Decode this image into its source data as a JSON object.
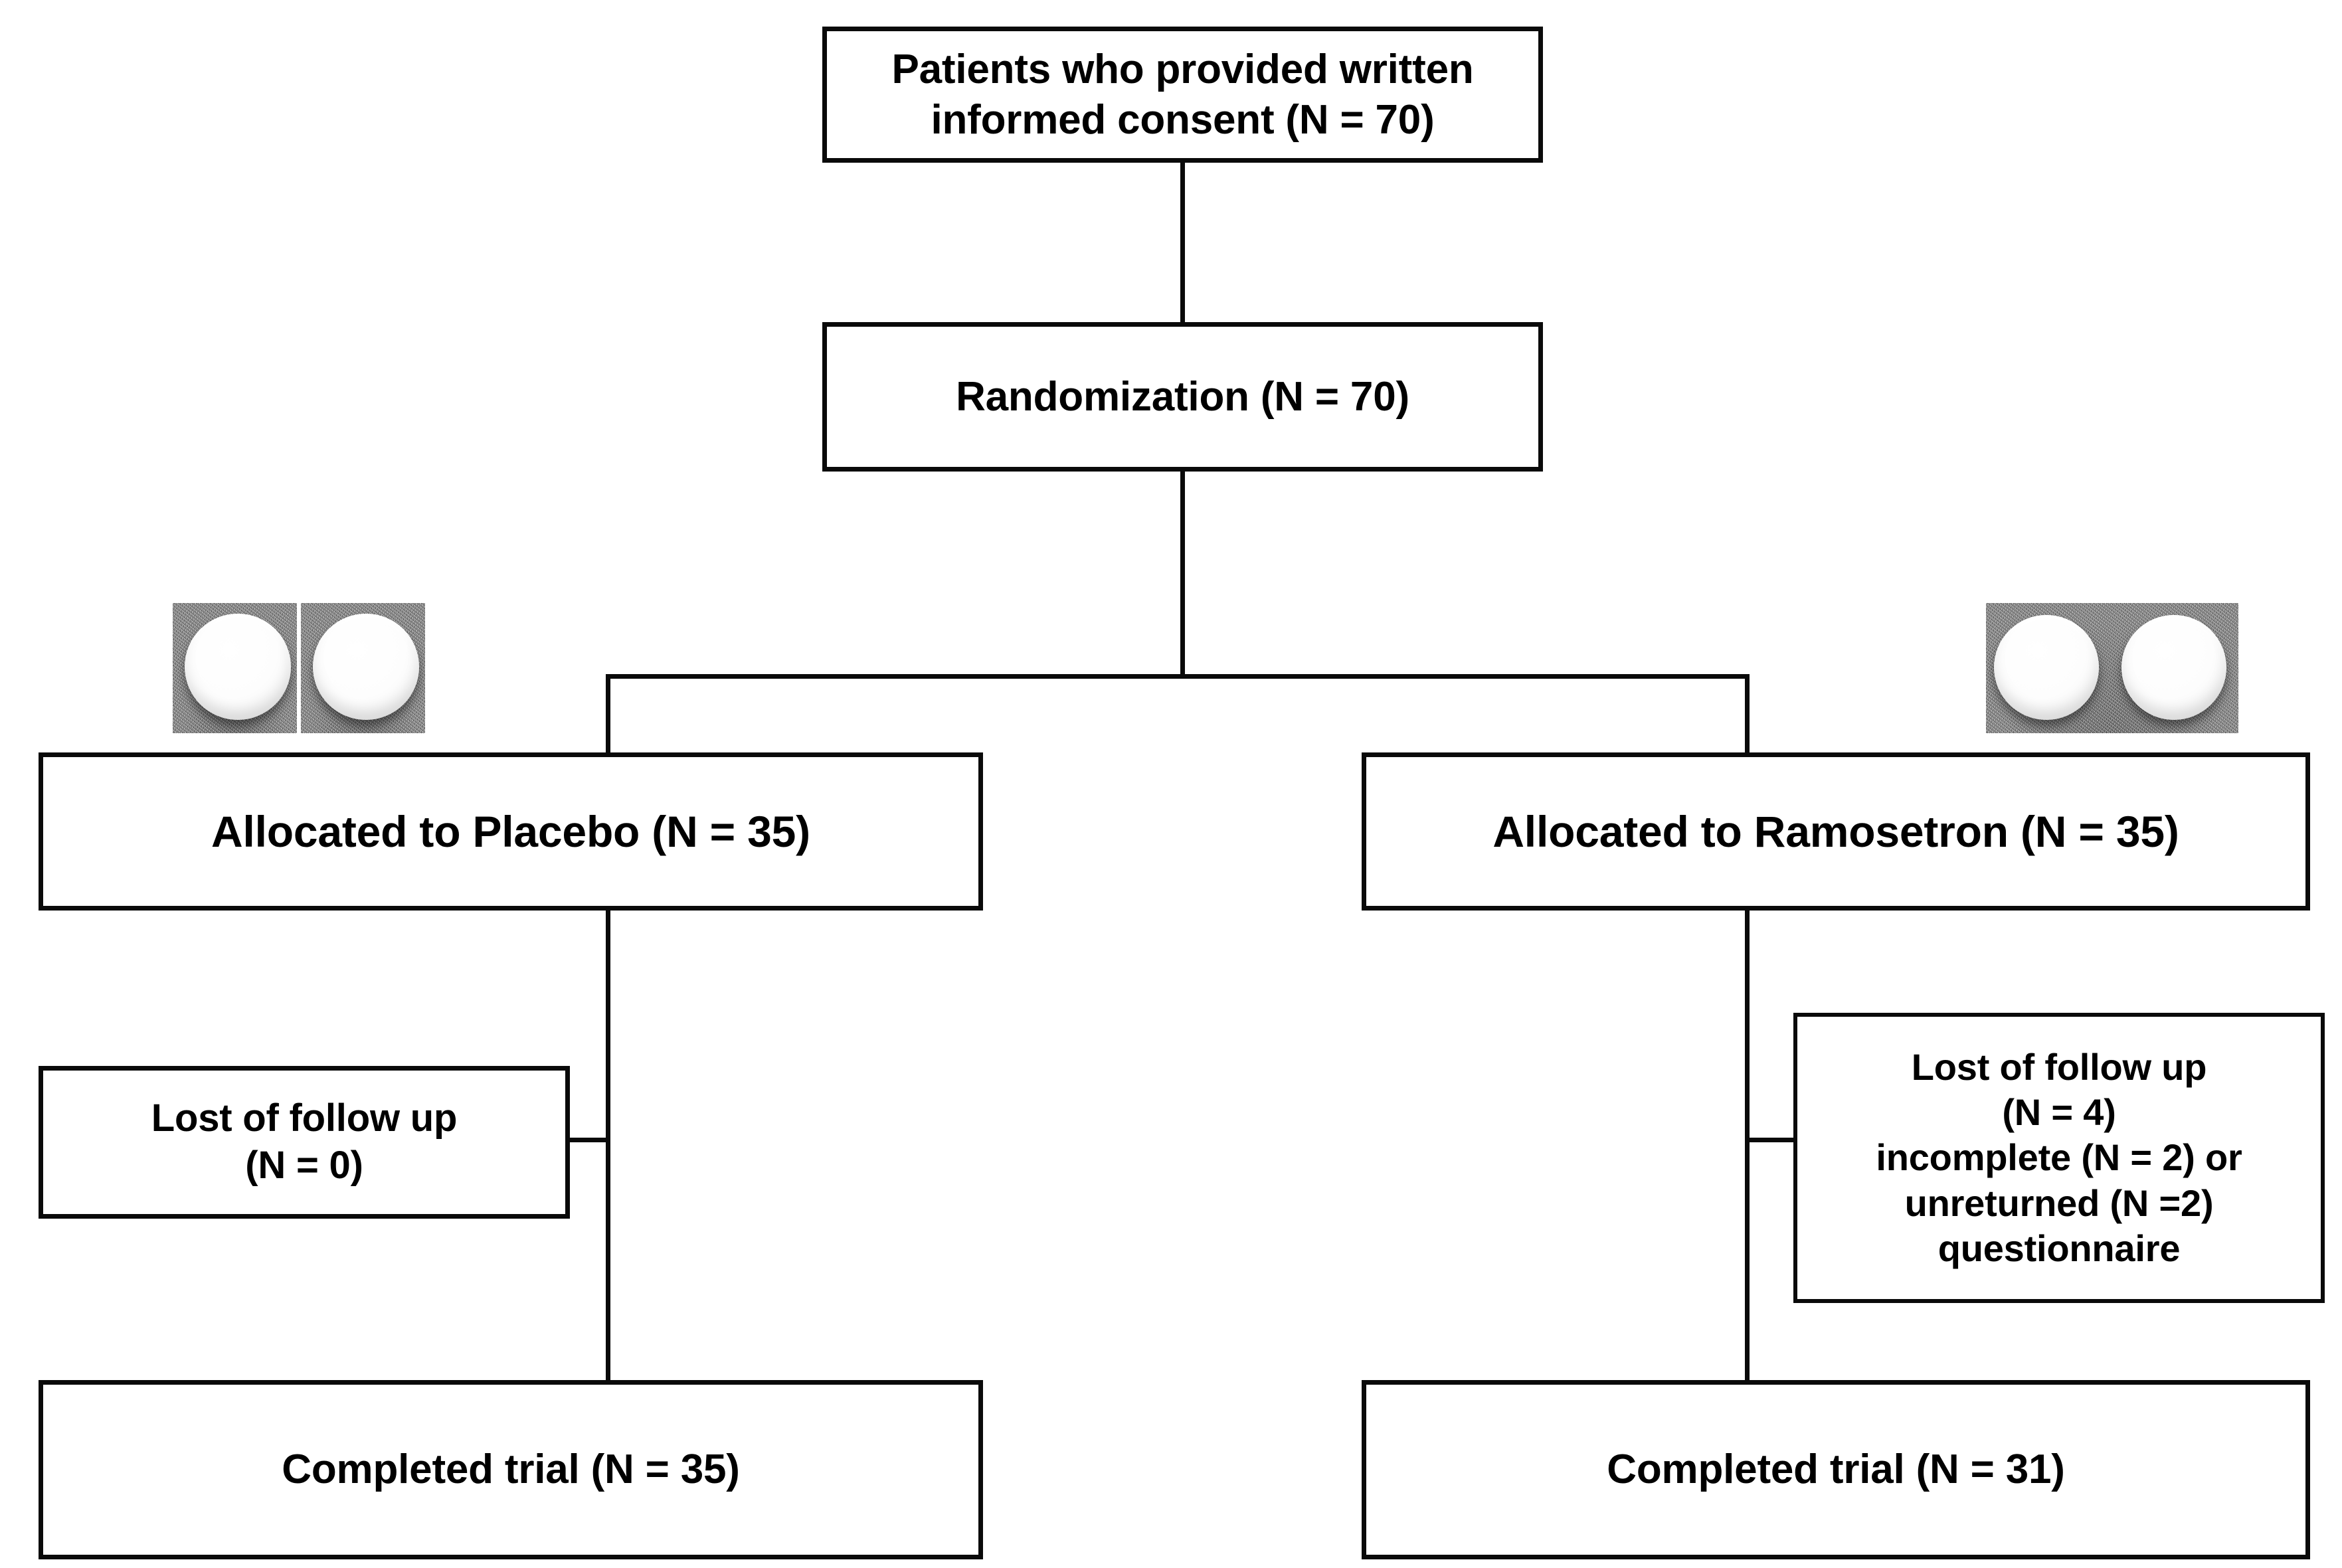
{
  "diagram": {
    "title": "CONSORT participant flow diagram",
    "colors": {
      "line": "#0a0a0a",
      "box_border": "#0a0a0a",
      "box_fill": "#ffffff",
      "background": "#ffffff",
      "photo_background": "#8a8a8a",
      "tablet": "#ffffff"
    },
    "nodes": {
      "consent": {
        "label": "Patients who provided written\ninformed consent (N = 70)",
        "n": 70
      },
      "randomization": {
        "label": "Randomization (N = 70)",
        "n": 70
      },
      "allocated_placebo": {
        "label": "Allocated to Placebo   (N = 35)",
        "n": 35
      },
      "allocated_ramosetron": {
        "label": "Allocated to Ramosetron   (N = 35)",
        "n": 35
      },
      "lost_placebo": {
        "label": "Lost of follow up\n(N = 0)",
        "n": 0
      },
      "lost_ramosetron": {
        "label": "Lost of follow up\n(N = 4)\nincomplete (N = 2) or\nunreturned (N =2)\nquestionnaire",
        "n": 4,
        "incomplete_n": 2,
        "unreturned_n": 2
      },
      "completed_placebo": {
        "label": "Completed trial (N = 35)",
        "n": 35
      },
      "completed_ramosetron": {
        "label": "Completed trial (N = 31)",
        "n": 31
      }
    },
    "photos": {
      "placebo_pills": {
        "name": "placebo-tablets-photo",
        "tablet_count": 2,
        "description": "two round white placebo tablets on gray background"
      },
      "ramosetron_pills": {
        "name": "ramosetron-tablets-photo",
        "tablet_count": 2,
        "description": "two round white ramosetron tablets on gray background"
      }
    }
  }
}
